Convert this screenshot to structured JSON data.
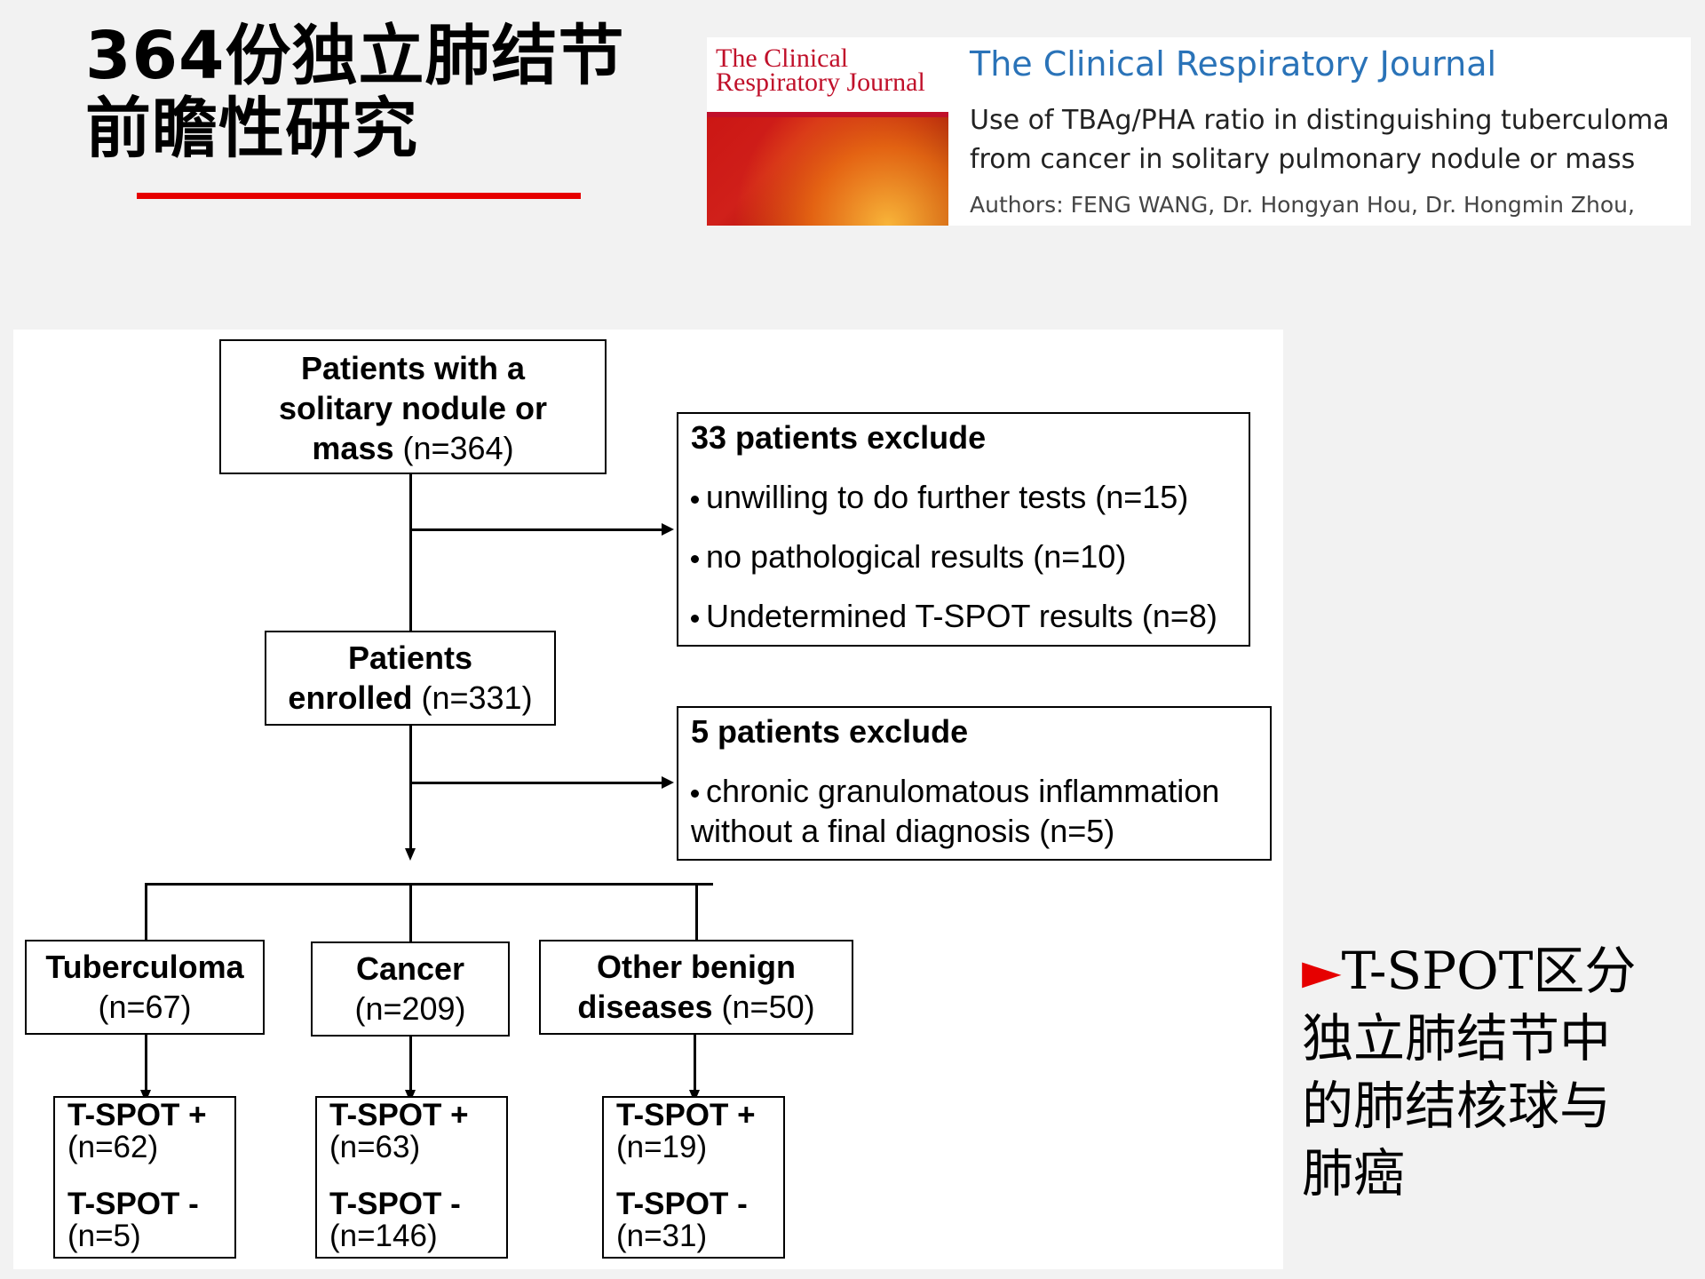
{
  "slide": {
    "title_line1": "364份独立肺结节",
    "title_line2": "前瞻性研究",
    "accent": "#e60000"
  },
  "journal": {
    "cover_title": "The Clinical Respiratory Journal",
    "name": "The Clinical Respiratory Journal",
    "article_title_line1": "Use of TBAg/PHA ratio in distinguishing tuberculoma",
    "article_title_line2": "from cancer in solitary pulmonary nodule or mass",
    "authors_label": "Authors:",
    "authors": "FENG WANG, Dr. Hongyan Hou, Dr. Hongmin Zhou,",
    "name_color": "#2a73b8"
  },
  "flowchart": {
    "start": {
      "bold_line1": "Patients with a",
      "bold_line2": "solitary nodule or",
      "bold_line3": "mass",
      "count": "(n=364)"
    },
    "exclude1": {
      "heading": "33 patients exclude",
      "items": [
        "unwilling to do further tests (n=15)",
        "no pathological results (n=10)",
        "Undetermined T-SPOT results (n=8)"
      ]
    },
    "enrolled": {
      "bold_line1": "Patients",
      "bold_line2": "enrolled",
      "count": "(n=331)"
    },
    "exclude2": {
      "heading": "5 patients exclude",
      "line1": "chronic granulomatous inflammation",
      "line2": "without a final diagnosis (n=5)"
    },
    "groups": [
      {
        "name": "Tuberculoma",
        "count": "(n=67)",
        "pos_label": "T-SPOT +",
        "pos_count": "(n=62)",
        "neg_label": "T-SPOT -",
        "neg_count": "(n=5)"
      },
      {
        "name": "Cancer",
        "count": "(n=209)",
        "pos_label": "T-SPOT +",
        "pos_count": "(n=63)",
        "neg_label": "T-SPOT -",
        "neg_count": "(n=146)"
      },
      {
        "name_line1": "Other benign",
        "name_line2": "diseases",
        "count": "(n=50)",
        "pos_label": "T-SPOT +",
        "pos_count": "(n=19)",
        "neg_label": "T-SPOT -",
        "neg_count": "(n=31)"
      }
    ]
  },
  "conclusion": {
    "marker": "►",
    "text_line1": "T-SPOT区分",
    "text_line2": "独立肺结节中",
    "text_line3": "的肺结核球与",
    "text_line4": "肺癌"
  }
}
